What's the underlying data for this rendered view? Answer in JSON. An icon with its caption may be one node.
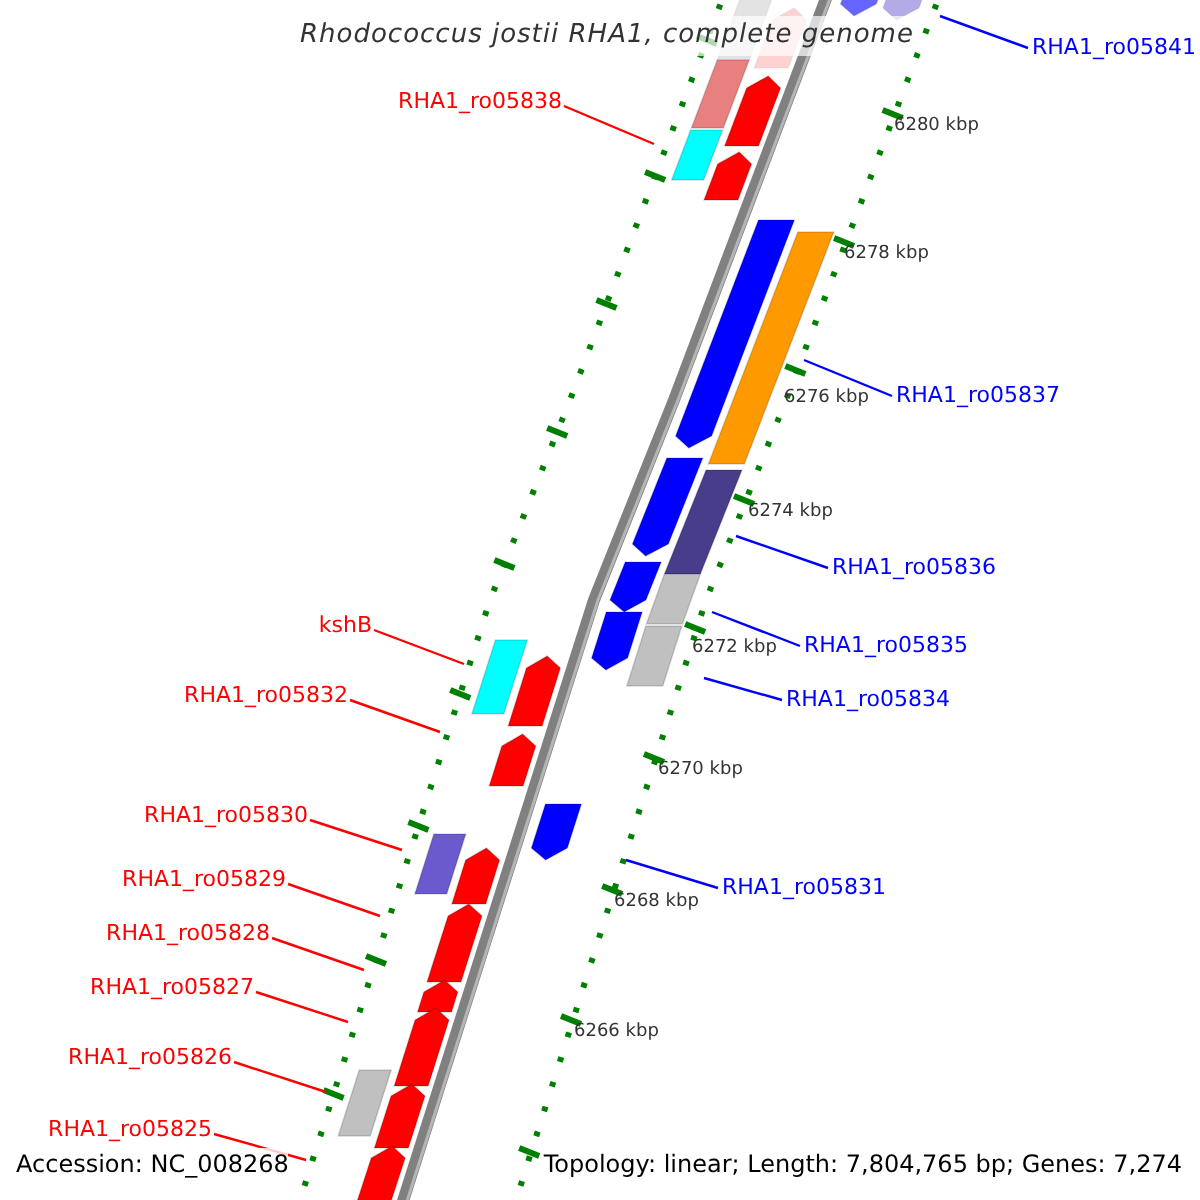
{
  "diagram": {
    "title": "Rhodococcus jostii RHA1, complete genome",
    "nodes": [
      {
        "text": [
          "RHA1_ro05841"
        ]
      },
      {
        "text": [
          "RHA1_ro05838"
        ]
      },
      {
        "text": [
          "RHA1_ro05837"
        ]
      },
      {
        "text": [
          "RHA1_ro05836"
        ]
      },
      {
        "text": [
          "kshB"
        ]
      },
      {
        "text": [
          "RHA1_ro05835"
        ]
      },
      {
        "text": [
          "RHA1_ro05834"
        ]
      },
      {
        "text": [
          "RHA1_ro05832"
        ]
      },
      {
        "text": [
          "RHA1_ro05830"
        ]
      },
      {
        "text": [
          "RHA1_ro05829"
        ]
      },
      {
        "text": [
          "RHA1_ro05831"
        ]
      },
      {
        "text": [
          "RHA1_ro05828"
        ]
      },
      {
        "text": [
          "RHA1_ro05827"
        ]
      },
      {
        "text": [
          "RHA1_ro05826"
        ]
      },
      {
        "text": [
          "RHA1_ro05825"
        ]
      }
    ],
    "edges": [
      {
        "from": 0,
        "to": null,
        "arrow": "none",
        "color": "#0000ff"
      },
      {
        "from": 1,
        "to": null,
        "arrow": "none"
      },
      {
        "from": 2,
        "to": null,
        "arrow": "none",
        "color": "#0000ff"
      },
      {
        "from": 3,
        "to": null,
        "arrow": "none",
        "color": "#0000ff"
      },
      {
        "from": 4,
        "to": null,
        "arrow": "none"
      },
      {
        "from": 5,
        "to": null,
        "arrow": "none",
        "color": "#0000ff"
      },
      {
        "from": 6,
        "to": null,
        "arrow": "none",
        "color": "#0000ff"
      },
      {
        "from": 7,
        "to": null,
        "arrow": "none"
      },
      {
        "from": 8,
        "to": null,
        "arrow": "none"
      },
      {
        "from": 9,
        "to": null,
        "arrow": "none"
      },
      {
        "from": 10,
        "to": null,
        "arrow": "none",
        "color": "#0000ff"
      },
      {
        "from": 11,
        "to": null,
        "arrow": "none"
      },
      {
        "from": 12,
        "to": null,
        "arrow": "none"
      },
      {
        "from": 13,
        "to": null,
        "arrow": "none"
      },
      {
        "from": 14,
        "to": null,
        "arrow": "none"
      }
    ],
    "labels": [
      "6280 kbp",
      "6278 kbp",
      "6276 kbp",
      "6274 kbp",
      "6272 kbp",
      "6270 kbp",
      "6268 kbp",
      "6266 kbp",
      "Accession: NC_008268",
      "Topology: linear; Length: 7,804,765 bp; Genes: 7,274"
    ]
  }
}
